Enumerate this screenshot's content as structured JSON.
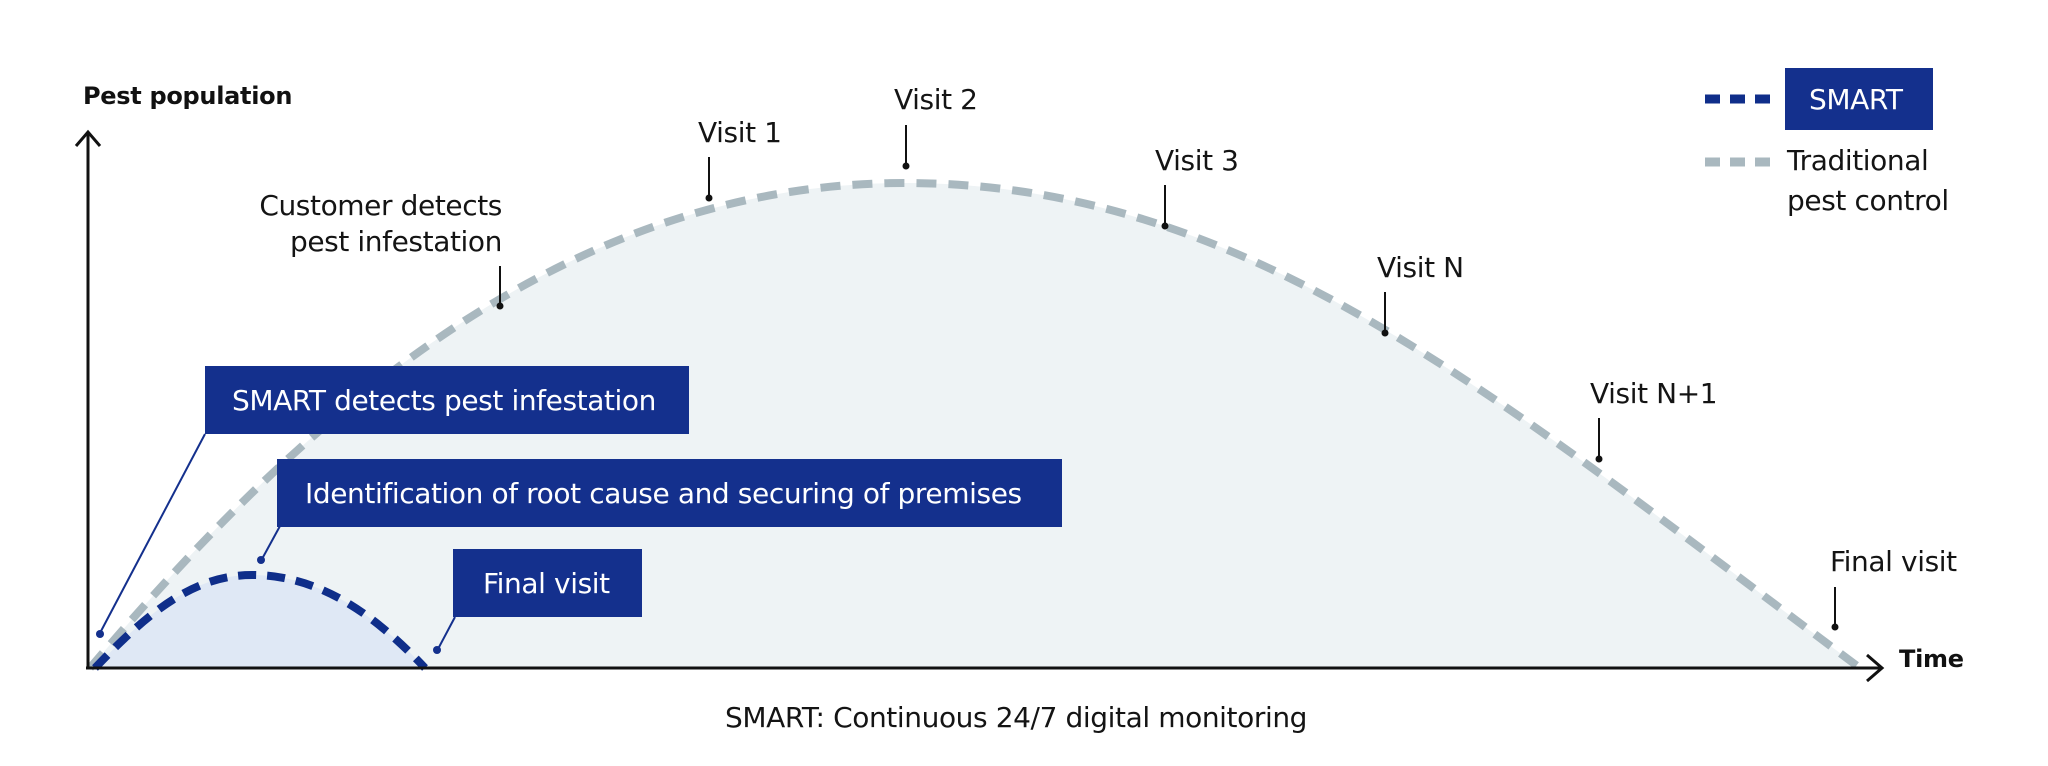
{
  "axes": {
    "y_label": "Pest population",
    "x_label": "Time"
  },
  "legend": {
    "smart_label": "SMART",
    "traditional_label_line1": "Traditional",
    "traditional_label_line2": "pest control"
  },
  "colors": {
    "smart_line": "#0F2E8A",
    "smart_fill": "#DFE8F5",
    "traditional_line": "#A9B8BF",
    "traditional_fill": "#EEF3F5",
    "box_fill": "#14308D",
    "axis": "#111111"
  },
  "traditional_annotations": {
    "customer_detects_line1": "Customer detects",
    "customer_detects_line2": "pest infestation",
    "visit_1": "Visit 1",
    "visit_2": "Visit 2",
    "visit_3": "Visit 3",
    "visit_n": "Visit N",
    "visit_n1": "Visit N+1",
    "final_visit": "Final visit"
  },
  "smart_annotations": {
    "detects": "SMART detects pest infestation",
    "identification": "Identification of root cause and securing of premises",
    "final_visit": "Final visit"
  },
  "caption": "SMART: Continuous 24/7 digital monitoring"
}
